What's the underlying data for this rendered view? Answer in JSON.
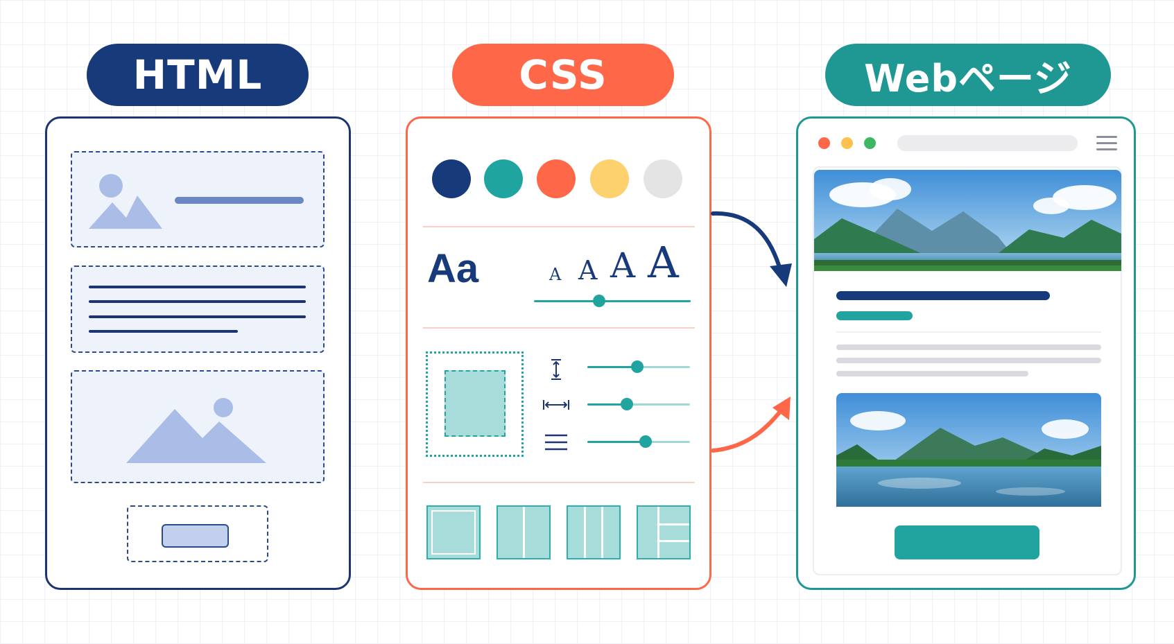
{
  "labels": {
    "html": "HTML",
    "css": "CSS",
    "webpage": "Webページ"
  },
  "css_panel": {
    "font_sample": "Aa",
    "size_samples": [
      "A",
      "A",
      "A",
      "A"
    ],
    "color_swatches": [
      "#173a7a",
      "#1fa4a0",
      "#fe6848",
      "#fdd16e",
      "#e4e4e4"
    ]
  },
  "colors": {
    "html": "#173a7a",
    "css": "#fe6848",
    "webpage": "#1f9792"
  },
  "icons": {
    "vertical_spacing": "vertical-spacing-icon",
    "horizontal_spacing": "horizontal-spacing-icon",
    "line_height": "line-height-icon",
    "arrow_top": "curved-arrow-icon",
    "arrow_bottom": "curved-arrow-icon"
  }
}
